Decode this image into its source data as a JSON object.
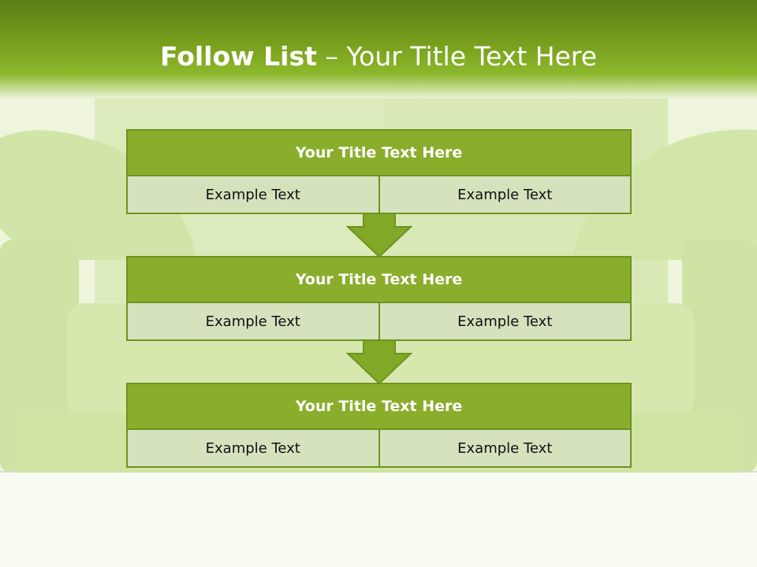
{
  "slide": {
    "title_strong": "Follow List",
    "title_rest": " – Your Title Text Here"
  },
  "steps": [
    {
      "title": "Your Title Text Here",
      "cells": [
        "Example Text",
        "Example Text"
      ]
    },
    {
      "title": "Your Title Text Here",
      "cells": [
        "Example Text",
        "Example Text"
      ]
    },
    {
      "title": "Your Title Text Here",
      "cells": [
        "Example Text",
        "Example Text"
      ]
    }
  ],
  "colors": {
    "header_dark": "#5d7d17",
    "box_title": "#8aad2b",
    "box_fill": "#d4e2bd",
    "border": "#6e9420",
    "arrow": "#82a827"
  }
}
